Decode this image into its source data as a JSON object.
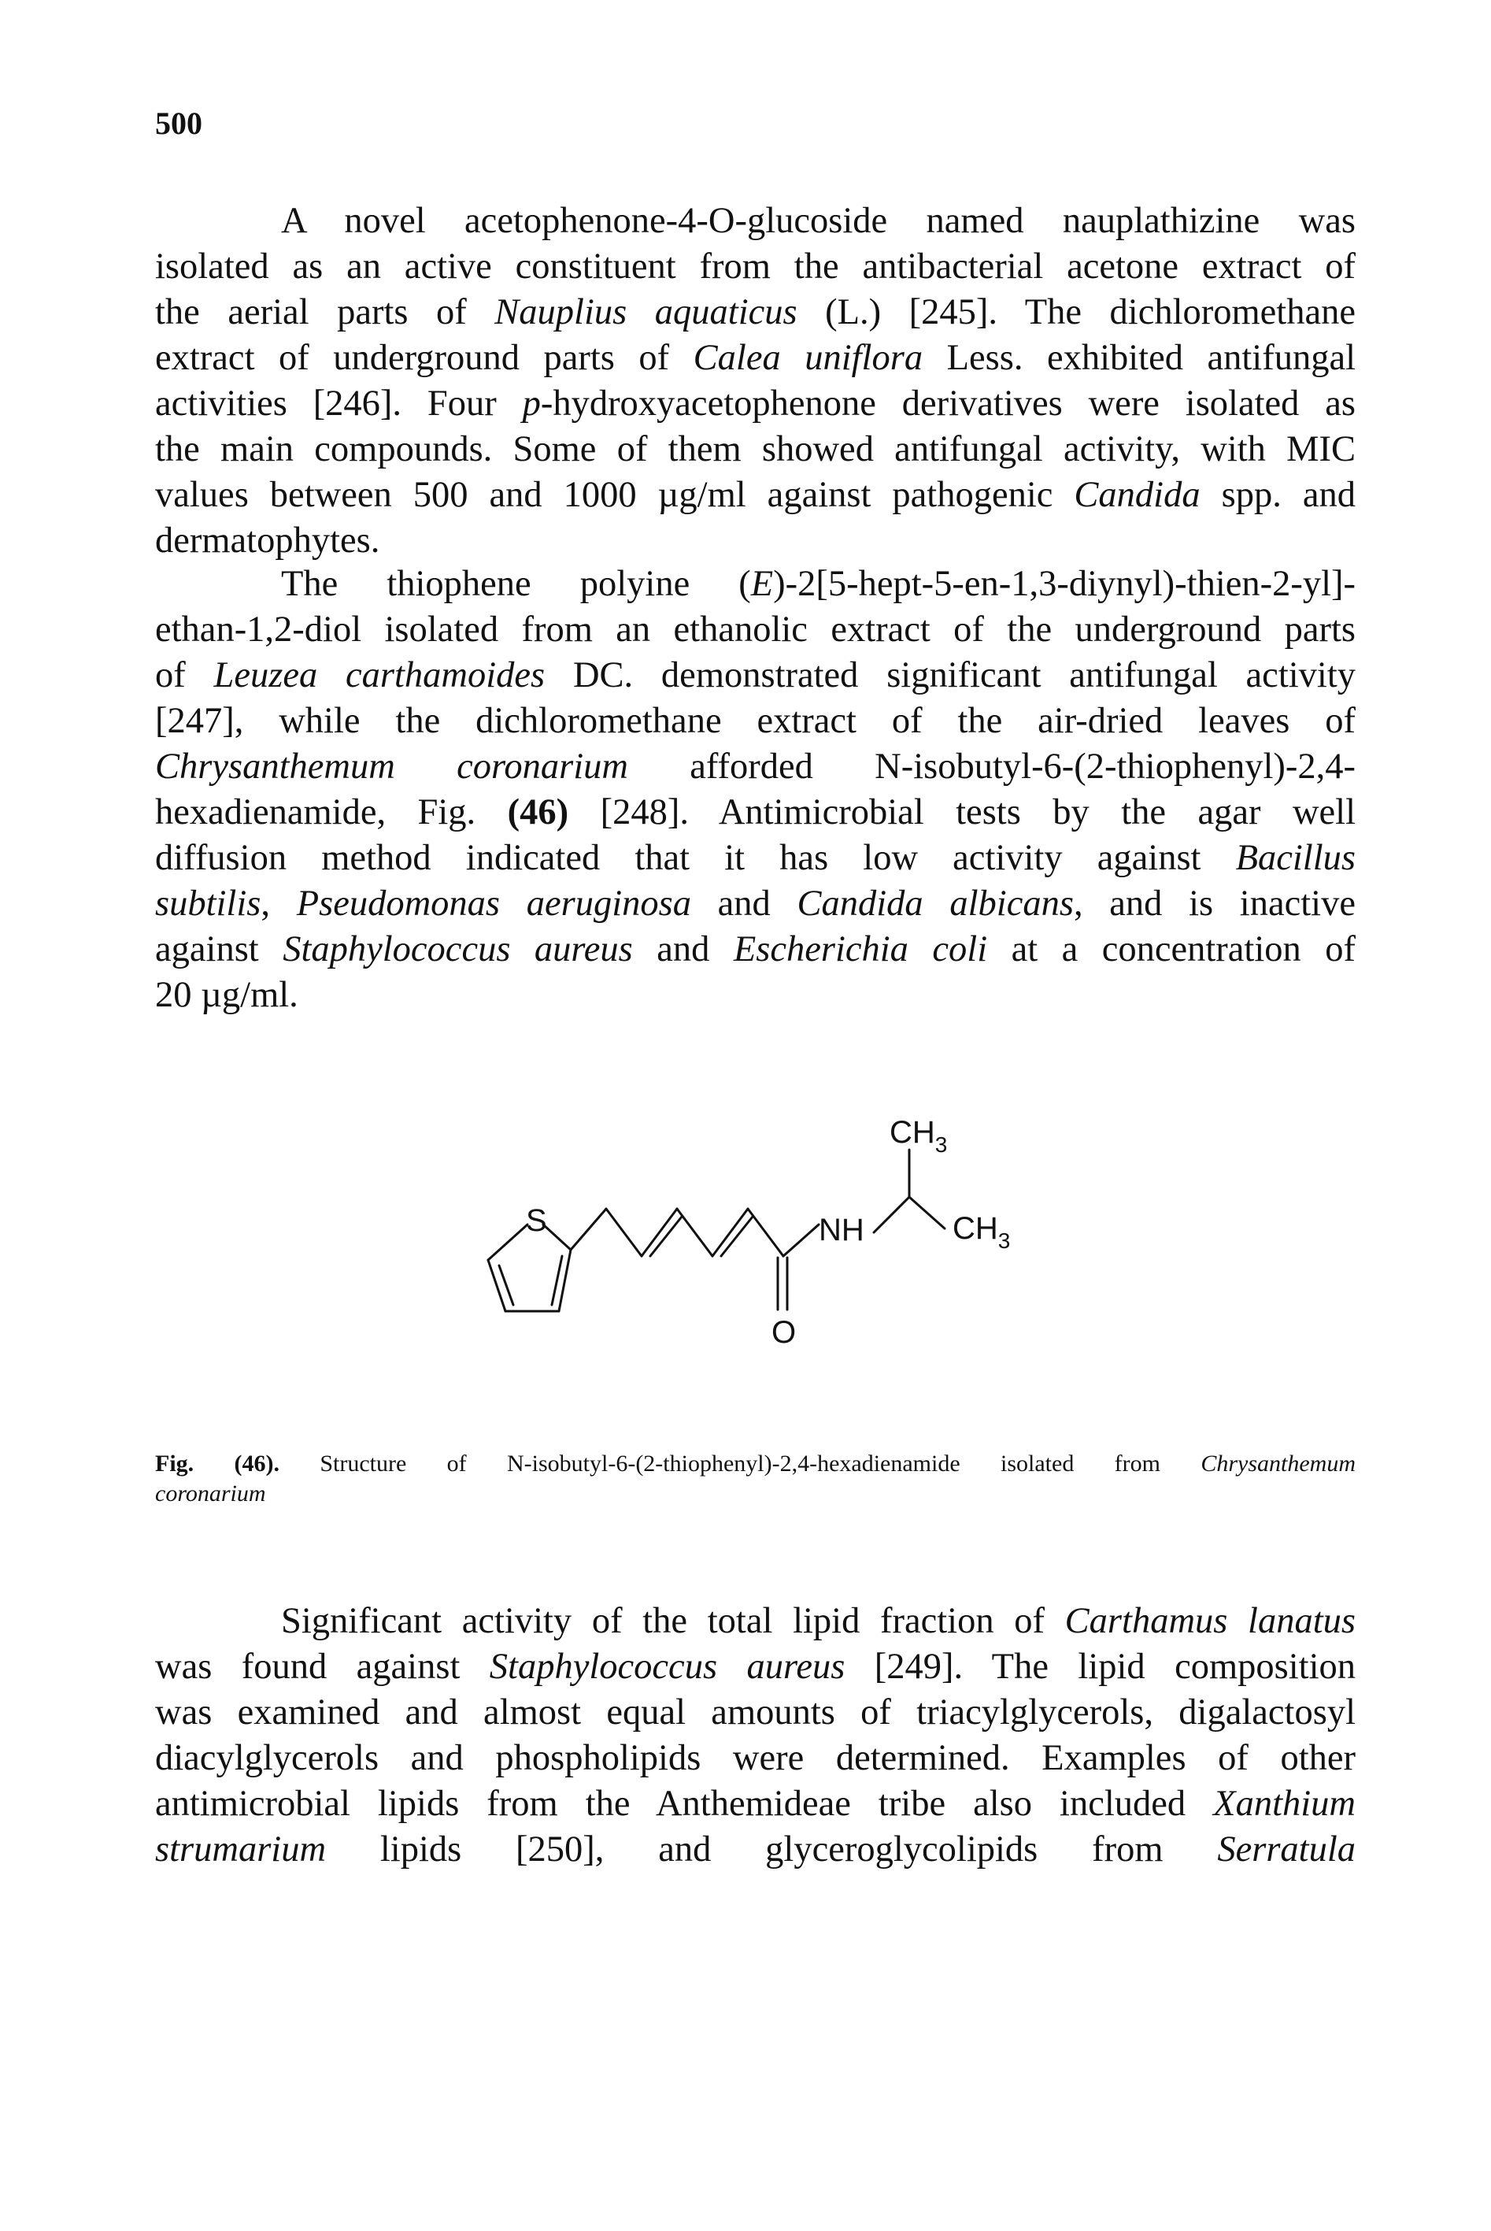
{
  "page_number": "500",
  "paragraph1": {
    "l1": "A novel acetophenone-4-O-glucoside named nauplathizine was",
    "l2": "isolated as an active constituent from the antibacterial acetone extract of",
    "l3a": "the aerial parts of ",
    "l3i": "Nauplius aquaticus",
    "l3b": " (L.) [245]. The dichloromethane",
    "l4a": "extract of underground parts of ",
    "l4i": "Calea uniflora",
    "l4b": " Less. exhibited antifungal",
    "l5a": "activities [246]. Four ",
    "l5i": "p",
    "l5b": "-hydroxyacetophenone derivatives were isolated as",
    "l6": "the main compounds. Some of them showed antifungal activity, with MIC",
    "l7a": "values between 500 and 1000 µg/ml against pathogenic ",
    "l7i": "Candida",
    "l7b": " spp. and",
    "l8": "dermatophytes."
  },
  "paragraph2": {
    "l1a": "The thiophene polyine (",
    "l1i": "E",
    "l1b": ")-2[5-hept-5-en-1,3-diynyl)-thien-2-yl]-",
    "l2": "ethan-1,2-diol isolated from an ethanolic extract of the underground parts",
    "l3a": "of ",
    "l3i": "Leuzea carthamoides",
    "l3b": " DC. demonstrated significant antifungal activity",
    "l4": "[247], while the dichloromethane extract of the air-dried leaves of",
    "l5i": "Chrysanthemum coronarium",
    "l5b": " afforded N-isobutyl-6-(2-thiophenyl)-2,4-",
    "l6a": "hexadienamide, Fig. ",
    "l6bold": "(46)",
    "l6b": " [248]. Antimicrobial tests by the agar well",
    "l7a": "diffusion method indicated that it has low activity against ",
    "l7i": "Bacillus",
    "l8i1": "subtilis",
    "l8a": ", ",
    "l8i2": "Pseudomonas aeruginosa",
    "l8b": " and ",
    "l8i3": "Candida albicans",
    "l8c": ", and is inactive",
    "l9a": "against ",
    "l9i1": "Staphylococcus aureus",
    "l9b": " and ",
    "l9i2": "Escherichia coli",
    "l9c": " at a concentration of",
    "l10": "20 µg/ml."
  },
  "figure": {
    "atom_S": "S",
    "atom_NH": "NH",
    "atom_O": "O",
    "group_CH3_top": "CH",
    "group_CH3_top_sub": "3",
    "group_CH3_right": "CH",
    "group_CH3_right_sub": "3"
  },
  "caption": {
    "label": "Fig. (46).",
    "text": " Structure of N-isobutyl-6-(2-thiophenyl)-2,4-hexadienamide isolated from ",
    "species1": "Chrysanthemum",
    "species2": "coronarium"
  },
  "paragraph3": {
    "l1a": "Significant activity of the total lipid fraction of ",
    "l1i": "Carthamus lanatus",
    "l2a": "was found against ",
    "l2i": "Staphylococcus aureus",
    "l2b": " [249]. The lipid composition",
    "l3": "was examined and almost equal amounts of triacylglycerols, digalactosyl",
    "l4": "diacylglycerols and phospholipids were determined. Examples of other",
    "l5a": "antimicrobial lipids from the Anthemideae tribe also included ",
    "l5i": "Xanthium",
    "l6i": "strumarium",
    "l6a": " lipids [250], and glyceroglycolipids from ",
    "l6i2": "Serratula"
  }
}
